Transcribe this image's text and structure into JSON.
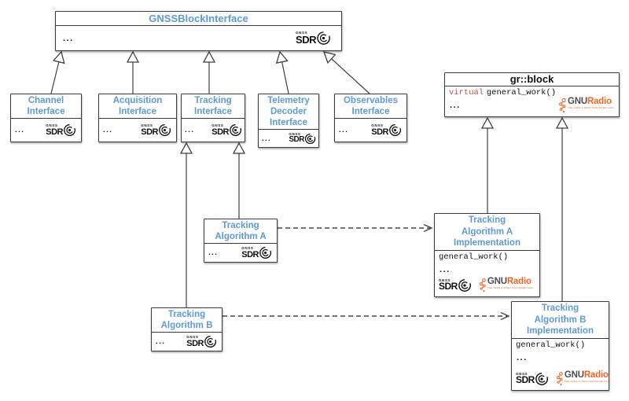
{
  "logos": {
    "gnss_sdr": {
      "top": "GNSS",
      "main": "SDR"
    },
    "gnuradio": {
      "gnu": "GNU",
      "radio": "Radio",
      "tagline": "THE FREE & OPEN SOFTWARE RADIO ECOSYSTEM"
    }
  },
  "boxes": {
    "root": {
      "title": "GNSSBlockInterface",
      "ellipsis": "..."
    },
    "channel": {
      "title": "Channel\nInterface",
      "ellipsis": "..."
    },
    "acquisition": {
      "title": "Acquisition\nInterface",
      "ellipsis": "..."
    },
    "tracking": {
      "title": "Tracking\nInterface",
      "ellipsis": "..."
    },
    "telemetry": {
      "title": "Telemetry\nDecoder\nInterface",
      "ellipsis": "..."
    },
    "observables": {
      "title": "Observables\nInterface",
      "ellipsis": "..."
    },
    "grblock": {
      "title": "gr::block",
      "virtual_kw": "virtual",
      "method": "general_work()",
      "ellipsis": "..."
    },
    "algo_a": {
      "title": "Tracking\nAlgorithm A",
      "ellipsis": "..."
    },
    "algo_b": {
      "title": "Tracking\nAlgorithm B",
      "ellipsis": "..."
    },
    "impl_a": {
      "title": "Tracking\nAlgorithm A\nImplementation",
      "method": "general_work()",
      "ellipsis": "..."
    },
    "impl_b": {
      "title": "Tracking\nAlgorithm B\nImplementation",
      "method": "general_work()",
      "ellipsis": "..."
    }
  },
  "colors": {
    "title_blue": "#5e9ad4",
    "keyword_red": "#c0504d",
    "gnuradio_orange": "#f26522",
    "gnu_gray": "#4d4d4f",
    "line_dark": "#3f3f3f"
  }
}
